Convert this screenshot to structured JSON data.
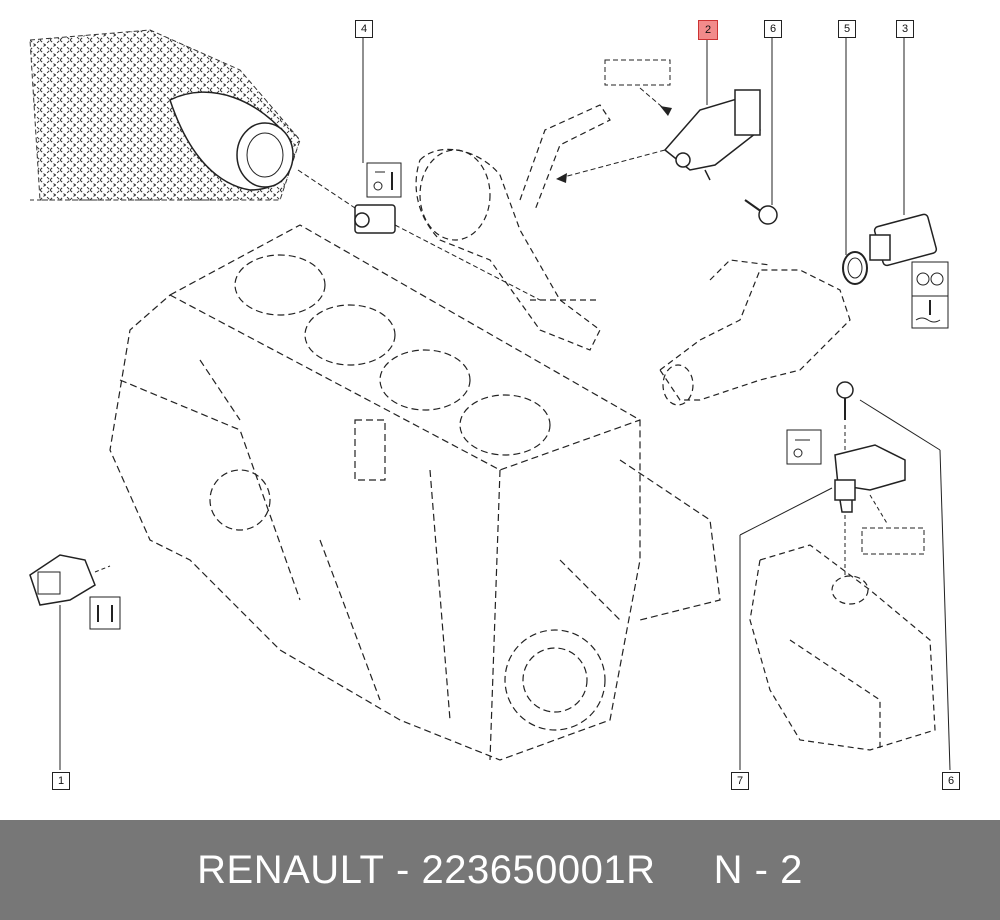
{
  "callouts": {
    "c1": "1",
    "c2": "2",
    "c3": "3",
    "c4": "4",
    "c5": "5",
    "c6_top": "6",
    "c6_bottom": "6",
    "c7": "7"
  },
  "footer": {
    "brand": "RENAULT",
    "separator": " - ",
    "part_number": "223650001R",
    "gap": "     ",
    "ref": "N - 2"
  },
  "colors": {
    "line": "#222222",
    "highlight": "#f28b8b",
    "footer_bg": "#777777",
    "footer_text": "#ffffff"
  }
}
